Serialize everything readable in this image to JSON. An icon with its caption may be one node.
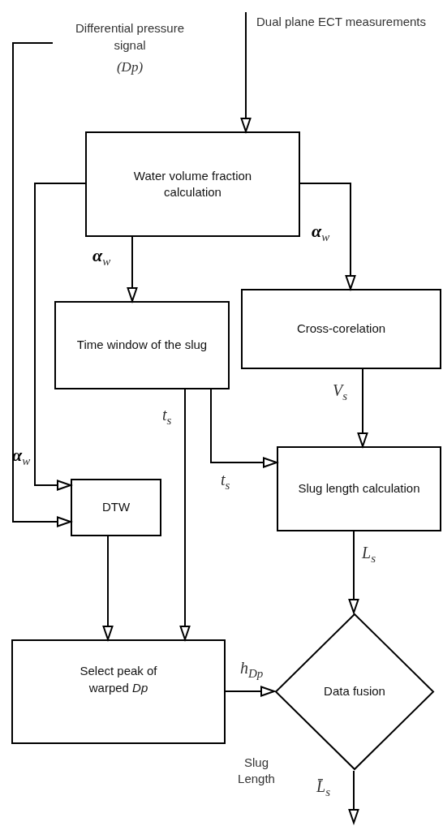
{
  "diagram": {
    "nodes": [
      {
        "text": [
          "Differential pressure signal",
          "(*Dp*)"
        ]
      },
      {
        "text": [
          "Dual plane ECT measurements"
        ]
      },
      {
        "text": [
          "Water volume fraction calculation"
        ]
      },
      {
        "text": [
          "Time window of the slug"
        ]
      },
      {
        "text": [
          "Cross-corelation"
        ]
      },
      {
        "text": [
          "DTW"
        ]
      },
      {
        "text": [
          "Slug length calculation"
        ]
      },
      {
        "text": [
          "Select peak of warped *Dp*"
        ]
      },
      {
        "text": [
          "Data fusion"
        ]
      }
    ],
    "edges": [
      {
        "from": 0,
        "to": 5,
        "arrow": "to"
      },
      {
        "from": 1,
        "to": 2,
        "arrow": "to"
      },
      {
        "from": 2,
        "to": 3,
        "arrow": "to",
        "label": "**α**$_{w}$"
      },
      {
        "from": 2,
        "to": 4,
        "arrow": "to",
        "label": "**α**$_{w}$"
      },
      {
        "from": 2,
        "to": 5,
        "arrow": "to",
        "label": "**α**$_{w}$"
      },
      {
        "from": 3,
        "to": 7,
        "arrow": "to",
        "label": "t$_{s}$"
      },
      {
        "from": 3,
        "to": 6,
        "arrow": "to",
        "label": "t$_{s}$"
      },
      {
        "from": 4,
        "to": 6,
        "arrow": "to",
        "label": "V$_{s}$"
      },
      {
        "from": 5,
        "to": 7,
        "arrow": "to"
      },
      {
        "from": 6,
        "to": 8,
        "arrow": "to",
        "label": "L$_{s}$"
      },
      {
        "from": 7,
        "to": 8,
        "arrow": "to",
        "label": "h$_{Dp}$"
      },
      {
        "from": 8,
        "to": null,
        "arrow": "to",
        "label": "L̄$_{s}$"
      }
    ],
    "labels": [
      "Slug Length"
    ]
  }
}
